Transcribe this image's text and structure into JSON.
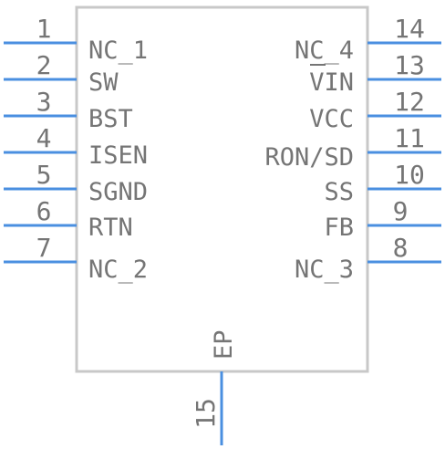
{
  "component": {
    "left_pins": [
      {
        "number": "1",
        "name": "NC_1"
      },
      {
        "number": "2",
        "name": "SW"
      },
      {
        "number": "3",
        "name": "BST"
      },
      {
        "number": "4",
        "name": "ISEN"
      },
      {
        "number": "5",
        "name": "SGND"
      },
      {
        "number": "6",
        "name": "RTN"
      },
      {
        "number": "7",
        "name": "NC_2"
      }
    ],
    "right_pins": [
      {
        "number": "14",
        "name": "NC_4"
      },
      {
        "number": "13",
        "name": "VIN"
      },
      {
        "number": "12",
        "name": "VCC"
      },
      {
        "number": "11",
        "name": "RON/SD"
      },
      {
        "number": "10",
        "name": "SS"
      },
      {
        "number": "9",
        "name": "FB"
      },
      {
        "number": "8",
        "name": "NC_3"
      }
    ],
    "bottom_pin": {
      "number": "15",
      "name": "EP"
    }
  },
  "colors": {
    "pin": "#4a8fe0",
    "outline": "#c8c8c8",
    "text": "#757575"
  }
}
